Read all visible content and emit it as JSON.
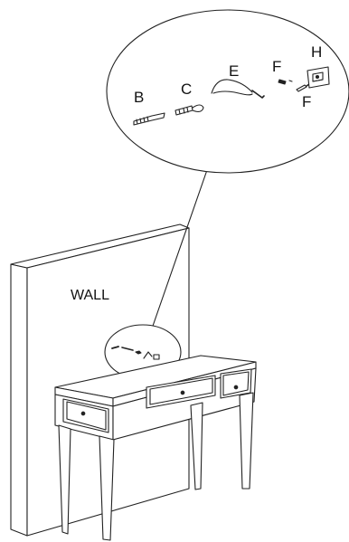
{
  "wall_label": "WALL",
  "parts": [
    {
      "letter": "B"
    },
    {
      "letter": "C"
    },
    {
      "letter": "E"
    },
    {
      "letter": "F"
    },
    {
      "letter": "H"
    },
    {
      "letter": "F"
    }
  ]
}
